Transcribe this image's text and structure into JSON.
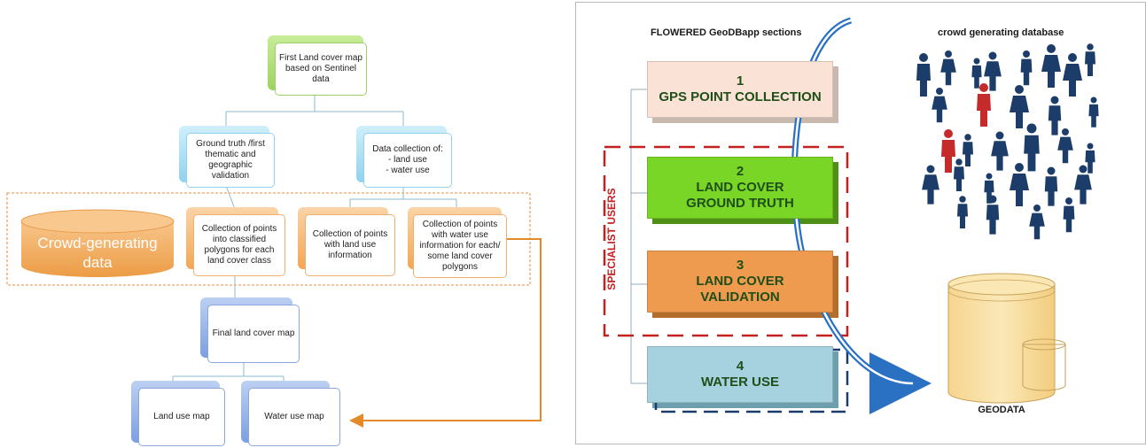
{
  "left_diagram": {
    "top_box": "First Land cover map based on Sentinel data",
    "ground_truth_box": "Ground truth /first thematic and geographic validation",
    "data_collection_box": {
      "title": "Data collection of:",
      "item1": "- land use",
      "item2": "- water use"
    },
    "crowd_db_label": "Crowd-generating data",
    "collection_classified_box": "Collection of points into classified polygons for each land cover class",
    "collection_landuse_box": "Collection of points with land use information",
    "collection_wateruse_box": "Collection of points with water use information for each/ some land cover polygons",
    "final_map_box": "Final land cover map",
    "land_use_map_box": "Land use map",
    "water_use_map_box": "Water use map",
    "colors": {
      "green": "#b5e08a",
      "blue": "#a9def4",
      "orange": "#f6b26b",
      "navy": "#88a9e6",
      "arrow": "#e48a2a"
    }
  },
  "right_diagram": {
    "header_left": "FLOWERED GeoDBapp sections",
    "header_right": "crowd generating database",
    "sections": [
      {
        "number": "1",
        "line1": "GPS POINT COLLECTION",
        "line2": "",
        "color": "#fae3d6"
      },
      {
        "number": "2",
        "line1": "LAND COVER",
        "line2": "GROUND TRUTH",
        "color": "#79d626"
      },
      {
        "number": "3",
        "line1": "LAND COVER",
        "line2": "VALIDATION",
        "color": "#ef9b4f"
      },
      {
        "number": "4",
        "line1": "WATER USE",
        "line2": "",
        "color": "#a6d2df"
      }
    ],
    "specialist_label": "SPECIALIST USERS",
    "geodata_label": "GEODATA",
    "colors": {
      "people": "#1c3d6a",
      "people_highlight": "#c62b2b",
      "dashed_red": "#c42020",
      "dashed_navy": "#1a3b6c",
      "arrow": "#2a71c4"
    }
  }
}
